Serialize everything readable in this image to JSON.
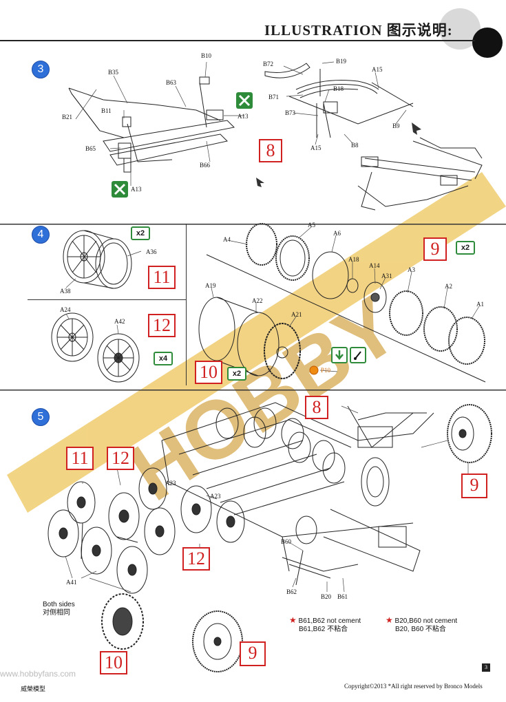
{
  "header": {
    "title": "ILLUSTRATION 图示说明:"
  },
  "steps": [
    {
      "number": "3"
    },
    {
      "number": "4"
    },
    {
      "number": "5"
    }
  ],
  "step3": {
    "parts": {
      "B10": "B10",
      "B35": "B35",
      "B63": "B63",
      "B21": "B21",
      "B11": "B11",
      "A13a": "A13",
      "B65": "B65",
      "B66": "B66",
      "A13b": "A13",
      "B72": "B72",
      "B19": "B19",
      "A15a": "A15",
      "B71": "B71",
      "B18": "B18",
      "B73": "B73",
      "B9": "B9",
      "A15b": "A15",
      "B8": "B8"
    },
    "ref_box": "8"
  },
  "step4": {
    "left_top": {
      "parts": {
        "A36": "A36",
        "A38": "A38"
      },
      "multiplier": "x2",
      "ref_box": "11"
    },
    "left_bottom": {
      "parts": {
        "A24": "A24",
        "A42": "A42"
      },
      "multiplier": "x4",
      "ref_box": "12"
    },
    "right": {
      "parts": {
        "A4": "A4",
        "A5": "A5",
        "A6": "A6",
        "A18": "A18",
        "A14": "A14",
        "A31": "A31",
        "A3": "A3",
        "A2": "A2",
        "A1": "A1",
        "A19": "A19",
        "A22": "A22",
        "A21": "A21",
        "P10": "P10"
      },
      "ref_box_top": "9",
      "multiplier_top": "x2",
      "ref_box_bottom": "10",
      "multiplier_bottom": "x2"
    }
  },
  "step5": {
    "parts": {
      "A23a": "A23",
      "A23b": "A23",
      "A41": "A41",
      "B60": "B60",
      "B62": "B62",
      "B20": "B20",
      "B61": "B61"
    },
    "ref_boxes": {
      "b11": "11",
      "b12a": "12",
      "b12b": "12",
      "b8": "8",
      "b9a": "9",
      "b9b": "9",
      "b10": "10"
    },
    "both_sides_en": "Both sides",
    "both_sides_cn": "对侧相同",
    "note1_en": "B61,B62 not cement",
    "note1_cn": "B61,B62 不粘合",
    "note2_en": "B20,B60  not cement",
    "note2_cn": "B20, B60  不粘合"
  },
  "footer": {
    "copyright": "Copyright©2013   *All right reserved by Bronco Models",
    "page_number": "3",
    "bottom_left": "威榮模型",
    "watermark": "www.hobbyfans.com"
  },
  "colors": {
    "step_blue": "#2f6fd8",
    "ref_red": "#d02020",
    "mult_green": "#2e8b3a",
    "watermark_yellow": "#e8b020"
  }
}
